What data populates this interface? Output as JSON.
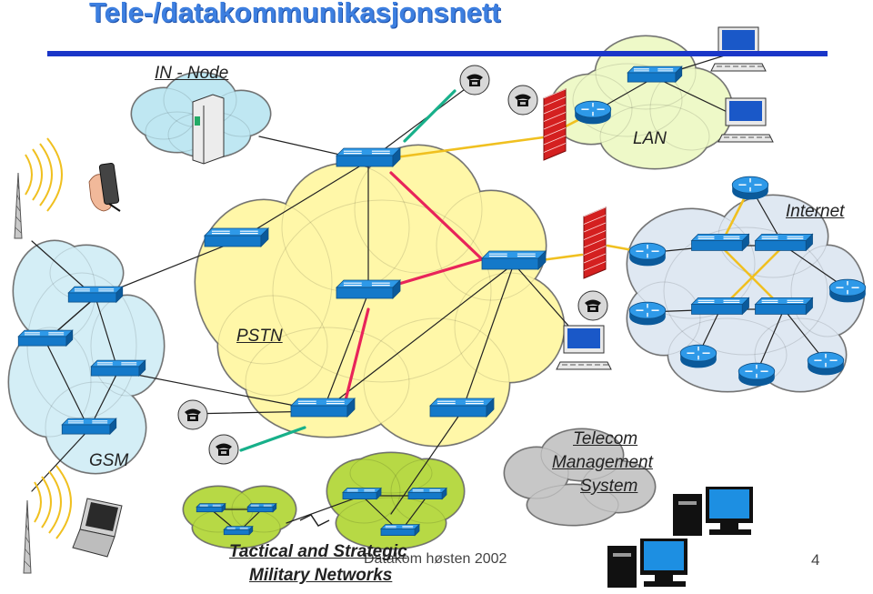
{
  "header": {
    "title": "Tele-/datakommunikasjonsnett"
  },
  "labels": {
    "in_node": "IN - Node",
    "lan": "LAN",
    "internet": "Internet",
    "pstn": "PSTN",
    "gsm": "GSM",
    "tms_1": "Telecom",
    "tms_2": "Management",
    "tms_3": "System",
    "mil_1": "Tactical and Strategic",
    "mil_2": "Military Networks"
  },
  "footer": {
    "course": "Datakom høsten 2002",
    "page": "4"
  },
  "colors": {
    "title": "#3d7fe0",
    "header_bar": "#1a36c8",
    "switch": "#1479c9",
    "pstn_cloud": "#fff7a8",
    "lan_cloud": "#eef9c8",
    "in_cloud": "#bfe7f2",
    "gsm_cloud": "#d4eef6",
    "internet_cloud": "#dfe8f2",
    "military_cloud": "#b7d945",
    "tms_cloud": "#c7c7c7",
    "link_red": "#e8245a",
    "link_yellow": "#f0c020",
    "link_teal": "#17b08a",
    "firewall": "#d42020"
  },
  "icons": [
    "switch-icon",
    "router-icon",
    "telephone-icon",
    "firewall-icon",
    "workstation-icon",
    "server-icon",
    "cellphone-icon",
    "antenna-icon",
    "laptop-icon",
    "computer-icon"
  ]
}
